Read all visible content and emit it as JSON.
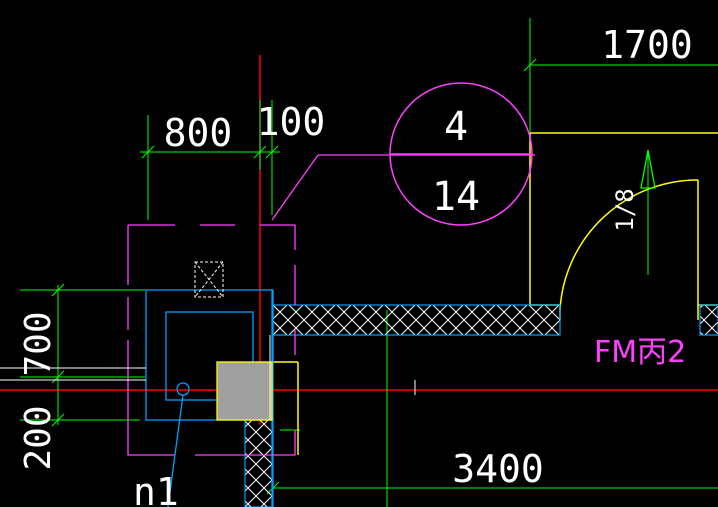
{
  "dimensions": {
    "top_right": "1700",
    "left_width": "800",
    "left_gap": "100",
    "vertical_upper": "700",
    "vertical_lower": "200",
    "bottom": "3400"
  },
  "detail_callout": {
    "number": "4",
    "sheet": "14"
  },
  "door_label": "FM丙2",
  "slope_label": "1/8",
  "node_label": "n1",
  "colors": {
    "background": "#000000",
    "dimension": "#00ff00",
    "wall": "#00a0ff",
    "magenta": "#ff40ff",
    "yellow": "#ffff00",
    "red": "#ff0000",
    "white": "#ffffff",
    "gray_fill": "#a0a0a0"
  }
}
